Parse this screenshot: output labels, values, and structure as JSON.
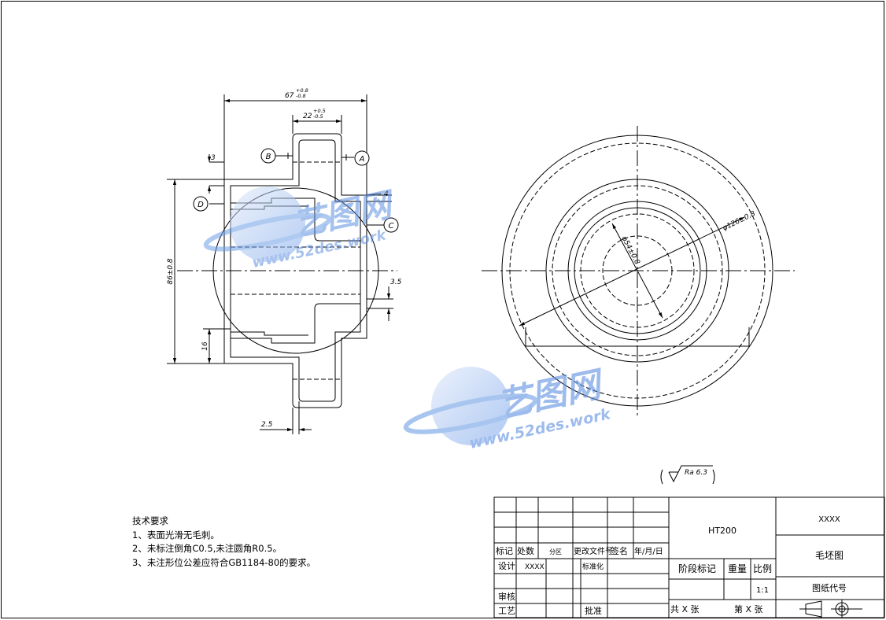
{
  "watermark": {
    "brand": "艺图网",
    "url": "www.52des.work"
  },
  "drawing": {
    "dim_overall_width": "67",
    "dim_overall_width_tol_upper": "+0.8",
    "dim_overall_width_tol_lower": "-0.8",
    "dim_boss_width": "22",
    "dim_boss_width_tol_upper": "+0.5",
    "dim_boss_width_tol_lower": "-0.5",
    "dim_3": "3",
    "dim_4": "4",
    "dim_3_5": "3.5",
    "dim_16": "16",
    "dim_2_5": "2.5",
    "dim_height": "86±0.8",
    "dim_diameter_126": "φ126±0.8",
    "dim_diameter_54": "φ54±0.8",
    "datum_a": "A",
    "datum_b": "B",
    "datum_c": "C",
    "datum_d": "D",
    "roughness": "Ra 6.3"
  },
  "tech_requirements": {
    "title": "技术要求",
    "items": [
      "1、表面光滑无毛刺。",
      "2、未标注倒角C0.5,未注圆角R0.5。",
      "3、未注形位公差应符合GB1184-80的要求。"
    ]
  },
  "title_block": {
    "material": "HT200",
    "name_placeholder": "XXXX",
    "drawing_name": "毛坯图",
    "drawing_code_label": "图纸代号",
    "mark": "标记",
    "count": "处数",
    "zone": "分区",
    "change_doc": "更改文件号",
    "signature": "签名",
    "date": "年/月/日",
    "design": "设计",
    "designer": "XXXX",
    "standardize": "标准化",
    "review": "审核",
    "process": "工艺",
    "approve": "批准",
    "stage_mark": "阶段标记",
    "weight": "重量",
    "scale": "比例",
    "scale_value": "1:1",
    "total_sheets": "共 X 张",
    "sheet_no": "第 X 张"
  }
}
